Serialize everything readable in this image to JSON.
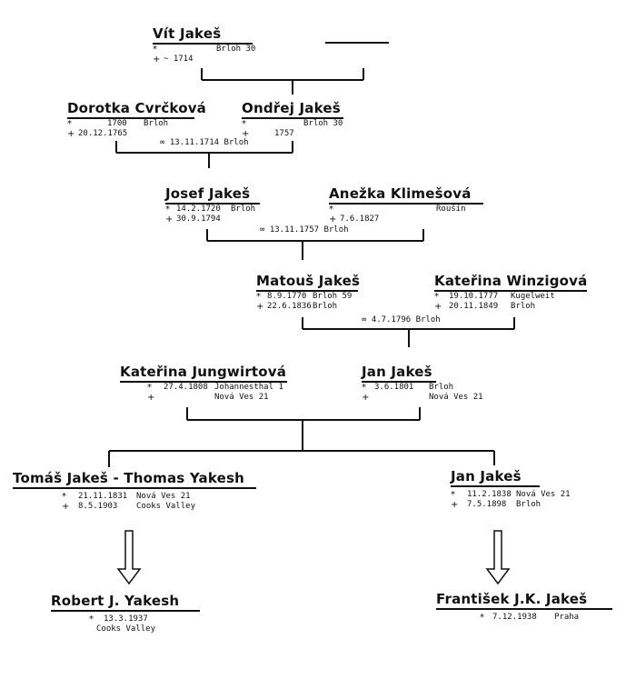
{
  "symbols": {
    "birth": "*",
    "death": "+",
    "marriage": "∞"
  },
  "people": {
    "vit": {
      "name": "Vít Jakeš",
      "birth_place": "Brloh 30",
      "death_date": "~ 1714"
    },
    "dorotka": {
      "name": "Dorotka Cvrčková",
      "birth_date": "1700",
      "birth_place": "Brloh",
      "death_date": "20.12.1765"
    },
    "ondrej": {
      "name": "Ondřej Jakeš",
      "birth_place": "Brloh 30",
      "death_date": "1757"
    },
    "josef": {
      "name": "Josef Jakeš",
      "birth_date": "14.2.1720",
      "birth_place": "Brloh",
      "death_date": "30.9.1794"
    },
    "anezka": {
      "name": "Anežka Klimešová",
      "birth_place": "Roušín",
      "death_date": "7.6.1827"
    },
    "matous": {
      "name": "Matouš Jakeš",
      "birth_date": "8.9.1770",
      "birth_place": "Brloh 59",
      "death_date": "22.6.1836",
      "death_place": "Brloh"
    },
    "katerina_w": {
      "name": "Kateřina Winzigová",
      "birth_date": "19.10.1777",
      "birth_place": "Kugelweit",
      "death_date": "20.11.1849",
      "death_place": "Brloh"
    },
    "katerina_j": {
      "name": "Kateřina Jungwirtová",
      "birth_date": "27.4.1808",
      "birth_place": "Johannesthal 1",
      "death_place": "Nová Ves 21"
    },
    "jan1": {
      "name": "Jan Jakeš",
      "birth_date": "3.6.1801",
      "birth_place": "Brloh",
      "death_place": "Nová Ves 21"
    },
    "tomas": {
      "name": "Tomáš Jakeš - Thomas Yakesh",
      "birth_date": "21.11.1831",
      "birth_place": "Nová Ves 21",
      "death_date": "8.5.1903",
      "death_place": "Cooks Valley"
    },
    "jan2": {
      "name": "Jan Jakeš",
      "birth_date": "11.2.1838",
      "birth_place": "Nová Ves 21",
      "death_date": "7.5.1898",
      "death_place": "Brloh"
    },
    "robert": {
      "name": "Robert J. Yakesh",
      "birth_date": "13.3.1937",
      "birth_place": "Cooks Valley"
    },
    "frantisek": {
      "name": "František J.K. Jakeš",
      "birth_date": "7.12.1938",
      "birth_place": "Praha"
    }
  },
  "marriages": {
    "ondrej_dorotka": "13.11.1714 Brloh",
    "josef_anezka": "13.11.1757 Brloh",
    "matous_katerina": "4.7.1796 Brloh"
  }
}
